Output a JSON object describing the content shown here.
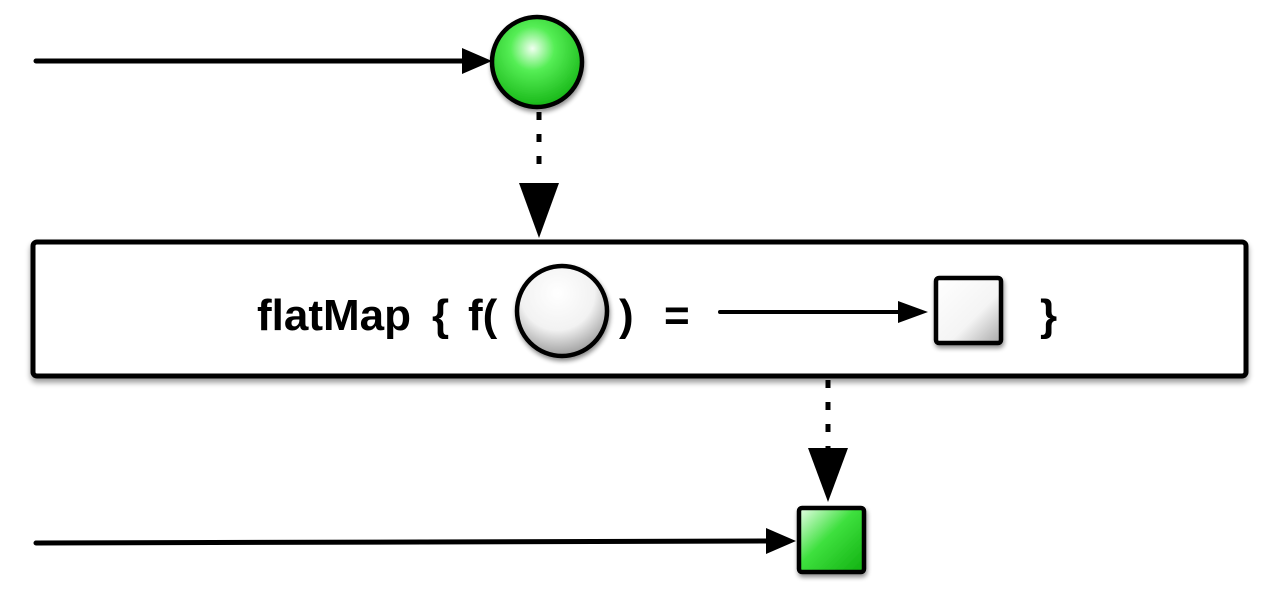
{
  "operator": {
    "name_text": "flatMap",
    "open_brace": "{",
    "func_open": "f(",
    "func_close": ")",
    "equals": "=",
    "close_brace": "}"
  },
  "colors": {
    "stroke": "#000000",
    "green_marble": "#22dd22",
    "green_highlight": "#eaffea",
    "white_marble": "#ffffff",
    "white_shade": "#9a9a9a",
    "box_fill": "#ffffff"
  },
  "icons": {
    "source_item": "green-circle-marble",
    "result_item": "green-square-marble",
    "param_item": "white-circle-marble",
    "return_item": "white-square-marble"
  }
}
